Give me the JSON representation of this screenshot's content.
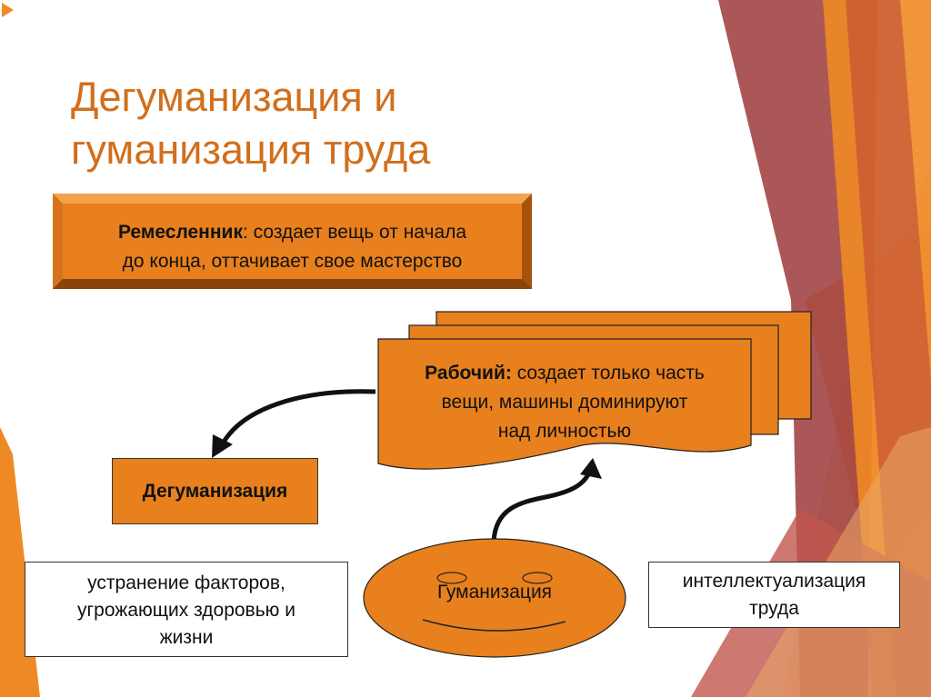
{
  "slide": {
    "title_line1": "Дегуманизация и",
    "title_line2": "гуманизация труда"
  },
  "craftsman": {
    "term": "Ремесленник",
    "text_line1_rest": ": создает вещь от начала",
    "text_line2": "до конца, оттачивает свое мастерство"
  },
  "worker": {
    "term": "Рабочий:",
    "text_line1_rest": " создает только часть",
    "text_line2": "вещи, машины доминируют",
    "text_line3": "над личностью"
  },
  "dehumanization": {
    "label": "Дегуманизация"
  },
  "humanization": {
    "label": "Гуманизация"
  },
  "notes": {
    "left_line1": "устранение факторов,",
    "left_line2": "угрожающих здоровью и",
    "left_line3": "жизни",
    "right_line1": "интеллектуализация",
    "right_line2": "труда"
  },
  "colors": {
    "accent": "#e8801d",
    "title": "#d26f1c",
    "deco_maroon": "#9c3a3a",
    "deco_orange": "#ee8a25"
  }
}
